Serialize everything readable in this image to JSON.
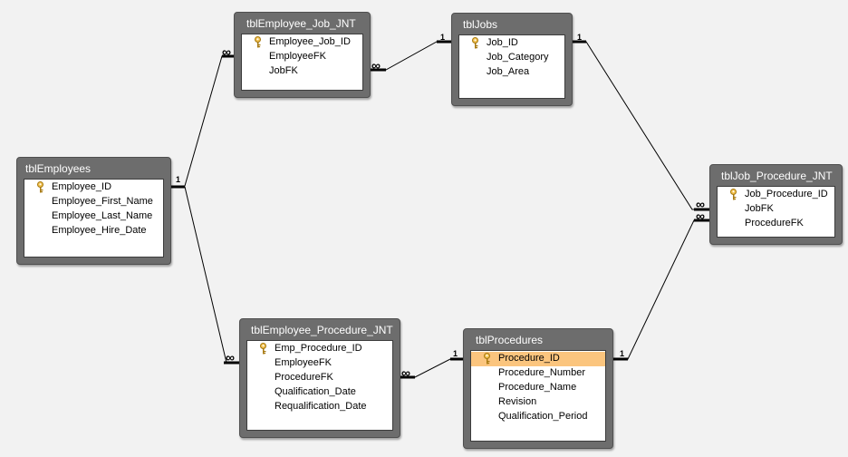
{
  "tables": {
    "employees": {
      "title": "tblEmployees",
      "fields": [
        "Employee_ID",
        "Employee_First_Name",
        "Employee_Last_Name",
        "Employee_Hire_Date"
      ],
      "key": "Employee_ID"
    },
    "employee_job": {
      "title": "tblEmployee_Job_JNT",
      "fields": [
        "Employee_Job_ID",
        "EmployeeFK",
        "JobFK"
      ],
      "key": "Employee_Job_ID"
    },
    "jobs": {
      "title": "tblJobs",
      "fields": [
        "Job_ID",
        "Job_Category",
        "Job_Area"
      ],
      "key": "Job_ID"
    },
    "job_procedure": {
      "title": "tblJob_Procedure_JNT",
      "fields": [
        "Job_Procedure_ID",
        "JobFK",
        "ProcedureFK"
      ],
      "key": "Job_Procedure_ID"
    },
    "employee_procedure": {
      "title": "tblEmployee_Procedure_JNT",
      "fields": [
        "Emp_Procedure_ID",
        "EmployeeFK",
        "ProcedureFK",
        "Qualification_Date",
        "Requalification_Date"
      ],
      "key": "Emp_Procedure_ID"
    },
    "procedures": {
      "title": "tblProcedures",
      "fields": [
        "Procedure_ID",
        "Procedure_Number",
        "Procedure_Name",
        "Revision",
        "Qualification_Period"
      ],
      "key": "Procedure_ID",
      "selected_field": "Procedure_ID"
    }
  },
  "cardinality": {
    "one": "1",
    "many": "∞"
  },
  "colors": {
    "background": "#f2f2f2",
    "title_bar": "#6d6d6d",
    "selected": "#fbc57e",
    "key_icon": "#d9a21a"
  }
}
